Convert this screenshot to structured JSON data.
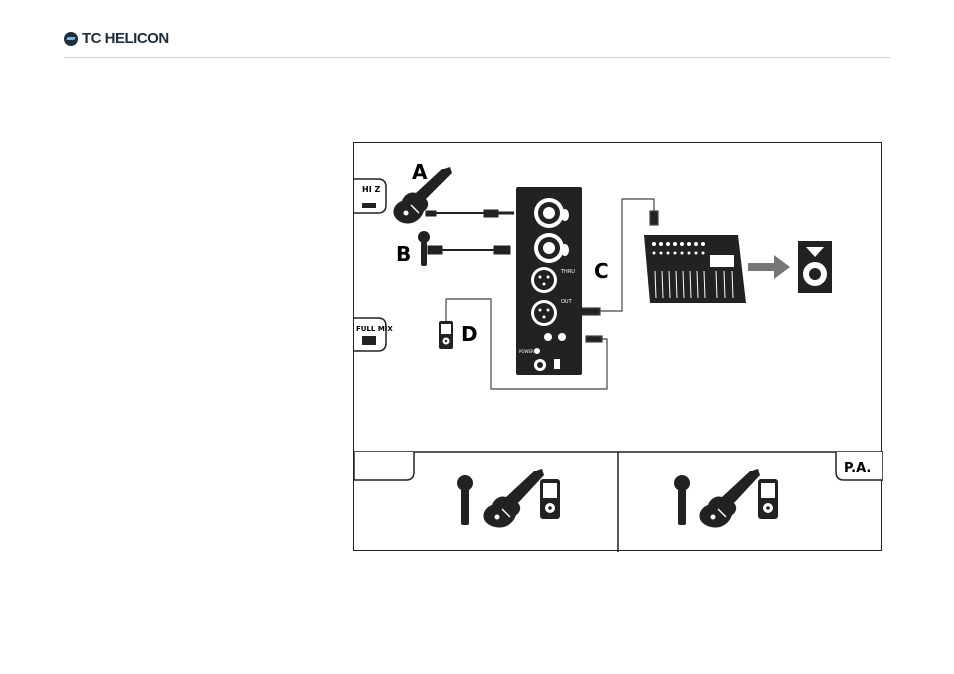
{
  "header": {
    "brand": "TC HELICON"
  },
  "diagram": {
    "labels": {
      "a": "A",
      "b": "B",
      "c": "C",
      "d": "D"
    },
    "tags": {
      "hiz": "HI Z",
      "fullmix": "FULL MIX",
      "pa": "P.A."
    },
    "device": {
      "thru": "THRU",
      "out": "OUT",
      "power": "POWER"
    }
  }
}
